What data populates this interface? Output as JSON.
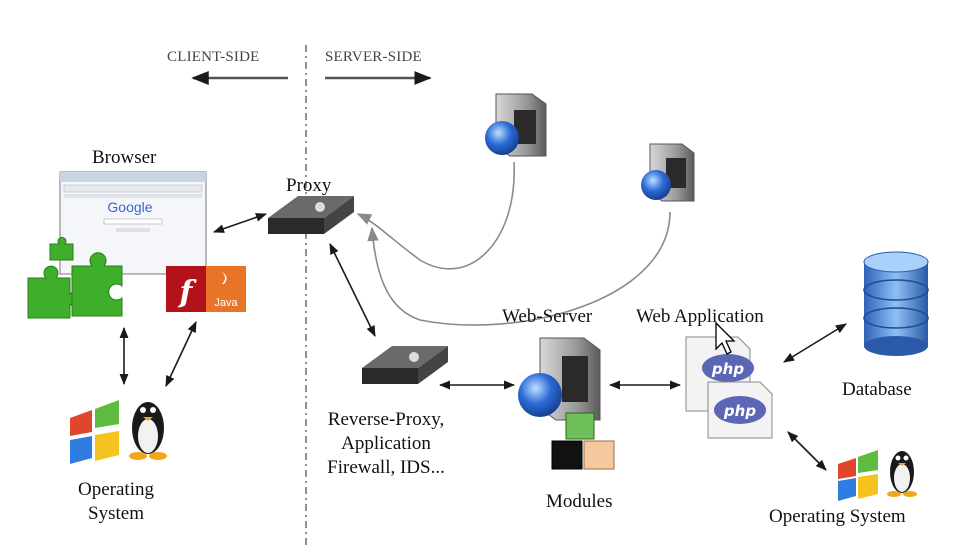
{
  "sides": {
    "client": "CLIENT-SIDE",
    "server": "SERVER-SIDE"
  },
  "browser": {
    "label": "Browser",
    "logo_text": "Google"
  },
  "proxy": {
    "label": "Proxy"
  },
  "reverse_proxy": {
    "line1": "Reverse-Proxy,",
    "line2": "Application",
    "line3": "Firewall, IDS..."
  },
  "web_server": {
    "label": "Web-Server"
  },
  "web_application": {
    "label": "Web Application",
    "php1": "php",
    "php2": "php"
  },
  "modules": {
    "label": "Modules"
  },
  "database": {
    "label": "Database"
  },
  "client_os": {
    "line1": "Operating",
    "line2": "System"
  },
  "server_os": {
    "label": "Operating System"
  },
  "plugins": {
    "flash": "f",
    "java": "Java"
  },
  "colors": {
    "arrow": "#1a1a1a",
    "gray_arrow": "#8a8a8a",
    "server_box": "#3a3a3a",
    "globe": "#2c6bd6",
    "puzzle": "#3fae2a",
    "flash": "#b3121b",
    "java": "#e8742a",
    "database": "#3f7fd0",
    "php": "#5b66b4"
  }
}
